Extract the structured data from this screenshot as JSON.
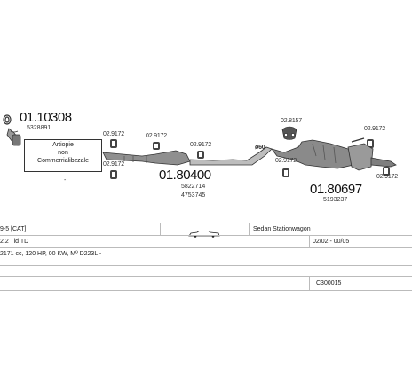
{
  "diagram": {
    "part_front": {
      "number": "01.10308",
      "oe": "5328891"
    },
    "note_lines": [
      "Artiopie",
      "non",
      "Commerrialibzzale"
    ],
    "clamp_left_top": "02.9172",
    "clamp_left_bottom": "02.9172",
    "clamp_mid_a": "02.9172",
    "clamp_mid_b": "02.9172",
    "part_mid": {
      "number": "01.80400",
      "oe_1": "5822714",
      "oe_2": "4753745"
    },
    "diameter_label": "ø60",
    "hanger_label": "02.8157",
    "clamp_rear_left": "02.9172",
    "clamp_right_top": "02.9172",
    "clamp_right_bottom": "02.9172",
    "part_rear": {
      "number": "01.80697",
      "oe": "5193237"
    },
    "dash": "-"
  },
  "table": {
    "row1": {
      "col_a": "9-5 [CAT]",
      "col_c": "Sedan Stationwagon"
    },
    "row2": {
      "col_a": "2.2 Tid TD",
      "col_d": "02/02 - 00/05"
    },
    "row3": {
      "col_a": "2171 cc, 120 HP, 00 KW, Mº D223L -"
    },
    "row5": {
      "col_d": "C300015"
    }
  },
  "colors": {
    "line": "#bbbbbb",
    "ink": "#222222",
    "part": "#8a8a8a"
  }
}
